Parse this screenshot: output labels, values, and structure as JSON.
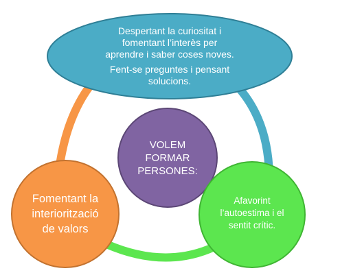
{
  "colors": {
    "top_fill": "#4bacc6",
    "top_stroke": "#2f7f96",
    "center_fill": "#8064a2",
    "center_stroke": "#5c4776",
    "left_fill": "#f79646",
    "left_stroke": "#c2722f",
    "right_fill": "#5ce64f",
    "right_stroke": "#3fb533",
    "arc_top_right": "#4bacc6",
    "arc_bottom": "#5ce64f",
    "arc_left": "#f79646"
  },
  "nodes": {
    "top": {
      "line1": "Despertant la curiositat i",
      "line2": "fomentant l’interès per",
      "line3": "aprendre i saber coses noves.",
      "line4": "Fent-se preguntes i pensant",
      "line5": "solucions."
    },
    "center": {
      "line1": "VOLEM",
      "line2": "FORMAR",
      "line3": "PERSONES:"
    },
    "left": {
      "line1": "Fomentant la",
      "line2": "interiorització",
      "line3": "de valors"
    },
    "right": {
      "line1": "Afavorint",
      "line2": "l’autoestima i  el",
      "line3": "sentit crític."
    }
  }
}
